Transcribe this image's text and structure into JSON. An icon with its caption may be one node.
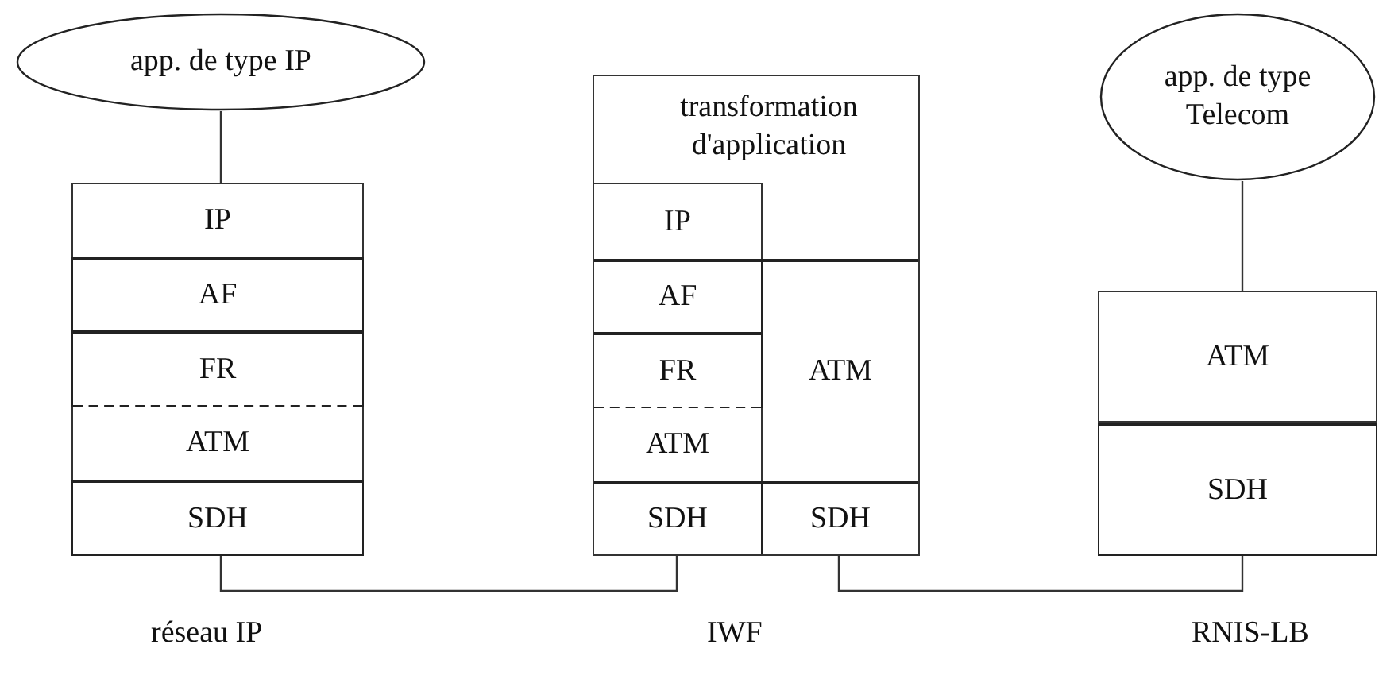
{
  "diagram": {
    "nodes": [
      {
        "text": [
          "app. de type IP"
        ]
      },
      {
        "text": [
          "IP"
        ]
      },
      {
        "text": [
          "AF"
        ]
      },
      {
        "text": [
          "FR"
        ]
      },
      {
        "text": [
          "ATM"
        ]
      },
      {
        "text": [
          "SDH"
        ]
      },
      {
        "text": [
          "transformation d'application"
        ]
      },
      {
        "text": [
          "IP"
        ],
        "in": 6
      },
      {
        "text": [
          "AF"
        ],
        "in": 6
      },
      {
        "text": [
          "FR"
        ],
        "in": 6
      },
      {
        "text": [
          "ATM"
        ],
        "in": 6
      },
      {
        "text": [
          "SDH"
        ],
        "in": 6
      },
      {
        "text": [
          "ATM"
        ],
        "in": 6
      },
      {
        "text": [
          "SDH"
        ],
        "in": 6
      },
      {
        "text": [
          "app. de type Telecom"
        ]
      },
      {
        "text": [
          "ATM"
        ]
      },
      {
        "text": [
          "SDH"
        ]
      }
    ],
    "edges": [
      {
        "from": 0,
        "to": 1,
        "arrow": "none"
      },
      {
        "from": 5,
        "to": 11,
        "arrow": "none"
      },
      {
        "from": 13,
        "to": 16,
        "arrow": "none"
      },
      {
        "from": 14,
        "to": 15,
        "arrow": "none"
      }
    ],
    "labels": [
      "réseau IP",
      "IWF",
      "RNIS-LB"
    ]
  }
}
